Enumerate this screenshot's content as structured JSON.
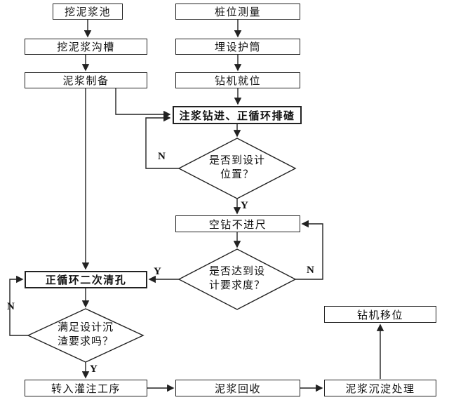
{
  "nodes": {
    "dig_mud_pool": {
      "label": "挖泥浆池"
    },
    "dig_mud_trench": {
      "label": "挖泥浆沟槽"
    },
    "mud_preparation": {
      "label": "泥浆制备"
    },
    "pile_survey": {
      "label": "桩位测量"
    },
    "bury_casing": {
      "label": "埋设护筒"
    },
    "rig_in_place": {
      "label": "钻机就位"
    },
    "grout_drilling": {
      "label": "注浆钻进、正循环排碴"
    },
    "reach_design_position": {
      "label": "是否到设计\n位置？"
    },
    "idle_drilling": {
      "label": "空钻不进尺"
    },
    "meet_design_degree": {
      "label": "是否达到设\n计要求度？"
    },
    "second_hole_cleaning": {
      "label": "正循环二次清孔"
    },
    "sediment_requirement": {
      "label": "满足设计沉\n渣要求吗？"
    },
    "pouring_process": {
      "label": "转入灌注工序"
    },
    "mud_recovery": {
      "label": "泥浆回收"
    },
    "mud_sedimentation": {
      "label": "泥浆沉淀处理"
    },
    "rig_relocation": {
      "label": "钻机移位"
    }
  },
  "branch_labels": {
    "yes": "Y",
    "no": "N"
  }
}
